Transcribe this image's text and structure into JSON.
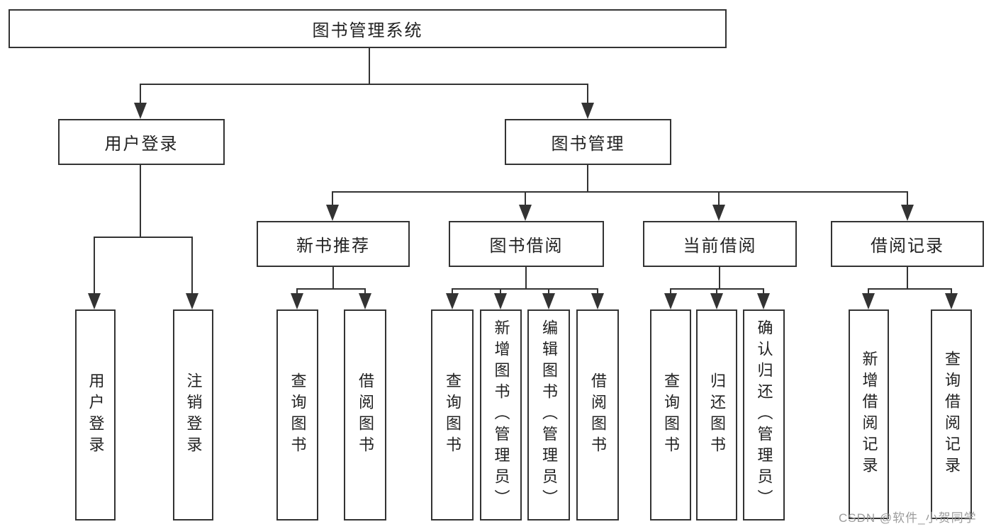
{
  "diagram_title": "图书管理系统",
  "nodes": {
    "root": "图书管理系统",
    "user_login": "用户登录",
    "book_mgmt": "图书管理",
    "new_book_rec": "新书推荐",
    "book_borrow": "图书借阅",
    "current_borrow": "当前借阅",
    "borrow_records": "借阅记录",
    "leaf_user_login": "用户登录",
    "leaf_logout": "注销登录",
    "rec_query_book": "查询图书",
    "rec_borrow_book": "借阅图书",
    "bb_query_book": "查询图书",
    "bb_add_book": "新增图书（管理员）",
    "bb_edit_book": "编辑图书（管理员）",
    "bb_borrow_book": "借阅图书",
    "cb_query_book": "查询图书",
    "cb_return_book": "归还图书",
    "cb_confirm_return": "确认归还（管理员）",
    "br_add_record": "新增借阅记录",
    "br_query_record": "查询借阅记录"
  },
  "watermark": "CSDN @软件_小贺同学",
  "colors": {
    "line": "#333333",
    "text": "#222222",
    "background": "#ffffff",
    "watermark": "#9c9c9c"
  }
}
